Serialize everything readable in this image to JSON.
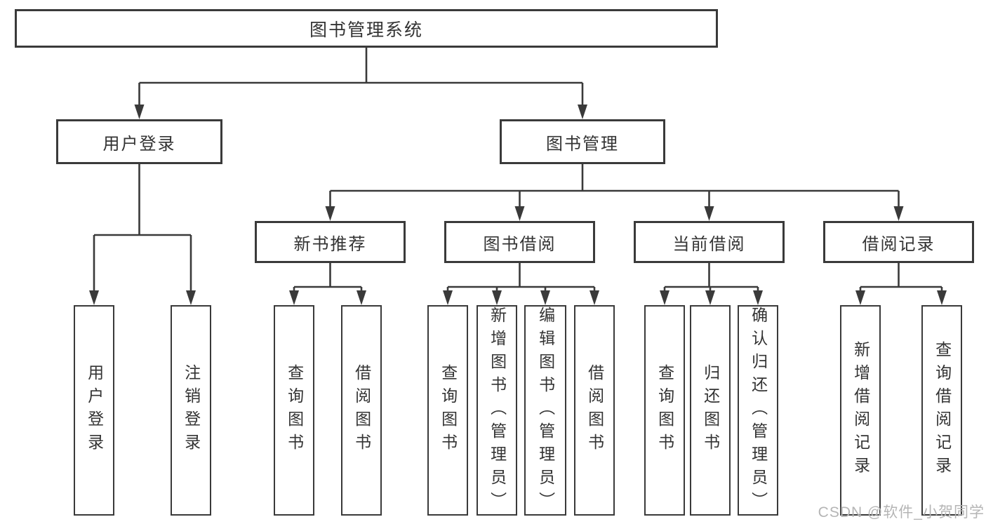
{
  "diagram": {
    "root": "图书管理系统",
    "level2": [
      "用户登录",
      "图书管理"
    ],
    "level3": [
      "新书推荐",
      "图书借阅",
      "当前借阅",
      "借阅记录"
    ],
    "leaves": [
      "用户登录",
      "注销登录",
      "查询图书",
      "借阅图书",
      "查询图书",
      "新增图书（管理员）",
      "编辑图书（管理员）",
      "借阅图书",
      "查询图书",
      "归还图书",
      "确认归还（管理员）",
      "新增借阅记录",
      "查询借阅记录"
    ]
  },
  "watermark": "CSDN @软件_小贺同学",
  "colors": {
    "line": "#3a3a3a",
    "text": "#333333",
    "watermark": "#b5b5b5",
    "background": "#ffffff"
  }
}
